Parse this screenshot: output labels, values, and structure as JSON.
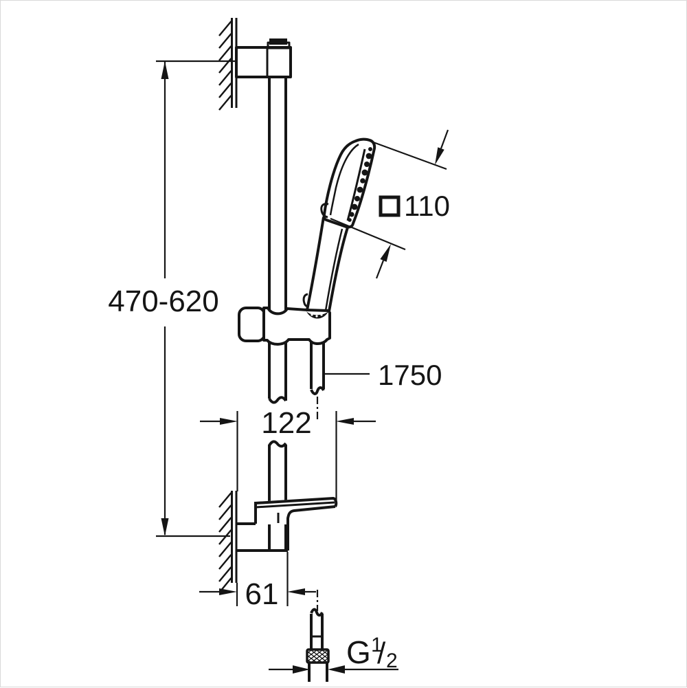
{
  "drawing": {
    "type": "technical-dimension-diagram",
    "subject": "wall-mounted shower slide rail set with hand shower, hose and wall brackets",
    "units_implied": "mm",
    "line_color": "#151515",
    "background_color": "#ffffff"
  },
  "labels": {
    "height_range": "470-620",
    "head_size": "110",
    "hose_length": "1750",
    "wall_offset": "122",
    "bracket_depth": "61",
    "thread_g": "G",
    "thread_numerator": "1",
    "thread_slash": "/",
    "thread_denominator": "2"
  }
}
